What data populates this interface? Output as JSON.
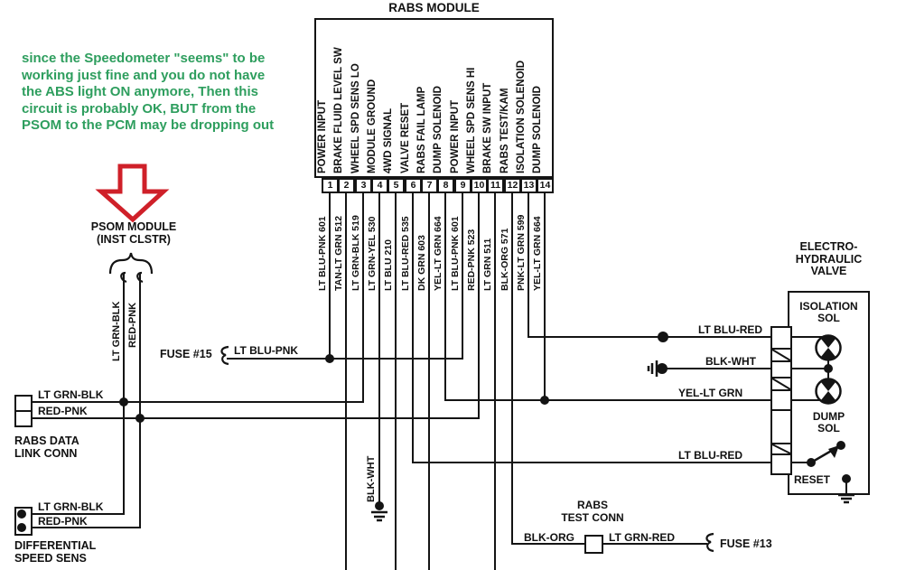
{
  "annotation": {
    "text": "since the Speedometer \"seems\" to be\nworking just fine and you do not have\nthe ABS light ON anymore, Then this\ncircuit is probably OK, BUT from the\nPSOM to the PCM may be dropping out",
    "color": "#2e9e5e"
  },
  "arrow_color": "#cf2029",
  "module": {
    "title": "RABS MODULE",
    "pins": [
      {
        "n": "1",
        "label": "POWER INPUT",
        "wire": "LT BLU-PNK 601"
      },
      {
        "n": "2",
        "label": "BRAKE FLUID LEVEL SW",
        "wire": "TAN-LT GRN 512"
      },
      {
        "n": "3",
        "label": "WHEEL SPD SENS LO",
        "wire": "LT GRN-BLK 519"
      },
      {
        "n": "4",
        "label": "MODULE GROUND",
        "wire": "LT GRN-YEL 530"
      },
      {
        "n": "5",
        "label": "4WD SIGNAL",
        "wire": "LT BLU 210"
      },
      {
        "n": "6",
        "label": "VALVE RESET",
        "wire": "LT BLU-RED 535"
      },
      {
        "n": "7",
        "label": "RABS FAIL LAMP",
        "wire": "DK GRN 603"
      },
      {
        "n": "8",
        "label": "DUMP SOLENOID",
        "wire": "YEL-LT GRN 664"
      },
      {
        "n": "9",
        "label": "POWER INPUT",
        "wire": "LT BLU-PNK 601"
      },
      {
        "n": "10",
        "label": "WHEEL SPD SENS HI",
        "wire": "RED-PNK 523"
      },
      {
        "n": "11",
        "label": "BRAKE SW INPUT",
        "wire": "LT GRN 511"
      },
      {
        "n": "12",
        "label": "RABS TEST/KAM",
        "wire": "BLK-ORG 571"
      },
      {
        "n": "13",
        "label": "ISOLATION SOLENOID",
        "wire": "PNK-LT GRN 599"
      },
      {
        "n": "14",
        "label": "DUMP SOLENOID",
        "wire": "YEL-LT GRN 664"
      }
    ]
  },
  "psom": {
    "title": "PSOM MODULE\n(INST CLSTR)",
    "wire1": "LT GRN-BLK",
    "wire2": "RED-PNK"
  },
  "rabs_data_link": {
    "title": "RABS DATA\nLINK CONN",
    "wire1": "LT GRN-BLK",
    "wire2": "RED-PNK"
  },
  "diff_sens": {
    "title": "DIFFERENTIAL\nSPEED SENS",
    "wire1": "LT GRN-BLK",
    "wire2": "RED-PNK"
  },
  "fuse15": {
    "label": "FUSE #15",
    "wire": "LT BLU-PNK"
  },
  "fuse13": {
    "label": "FUSE #13"
  },
  "test_conn": {
    "title": "RABS\nTEST CONN",
    "wire_left": "BLK-ORG",
    "wire_right": "LT GRN-RED"
  },
  "mid_ground_wire": "BLK-WHT",
  "valve": {
    "title": "ELECTRO-\nHYDRAULIC\nVALVE",
    "iso_label": "ISOLATION\nSOL",
    "dump_label": "DUMP\nSOL",
    "reset_label": "RESET",
    "wire1": "LT BLU-RED",
    "wire2": "BLK-WHT",
    "wire3": "YEL-LT GRN",
    "wire4": "LT BLU-RED"
  }
}
